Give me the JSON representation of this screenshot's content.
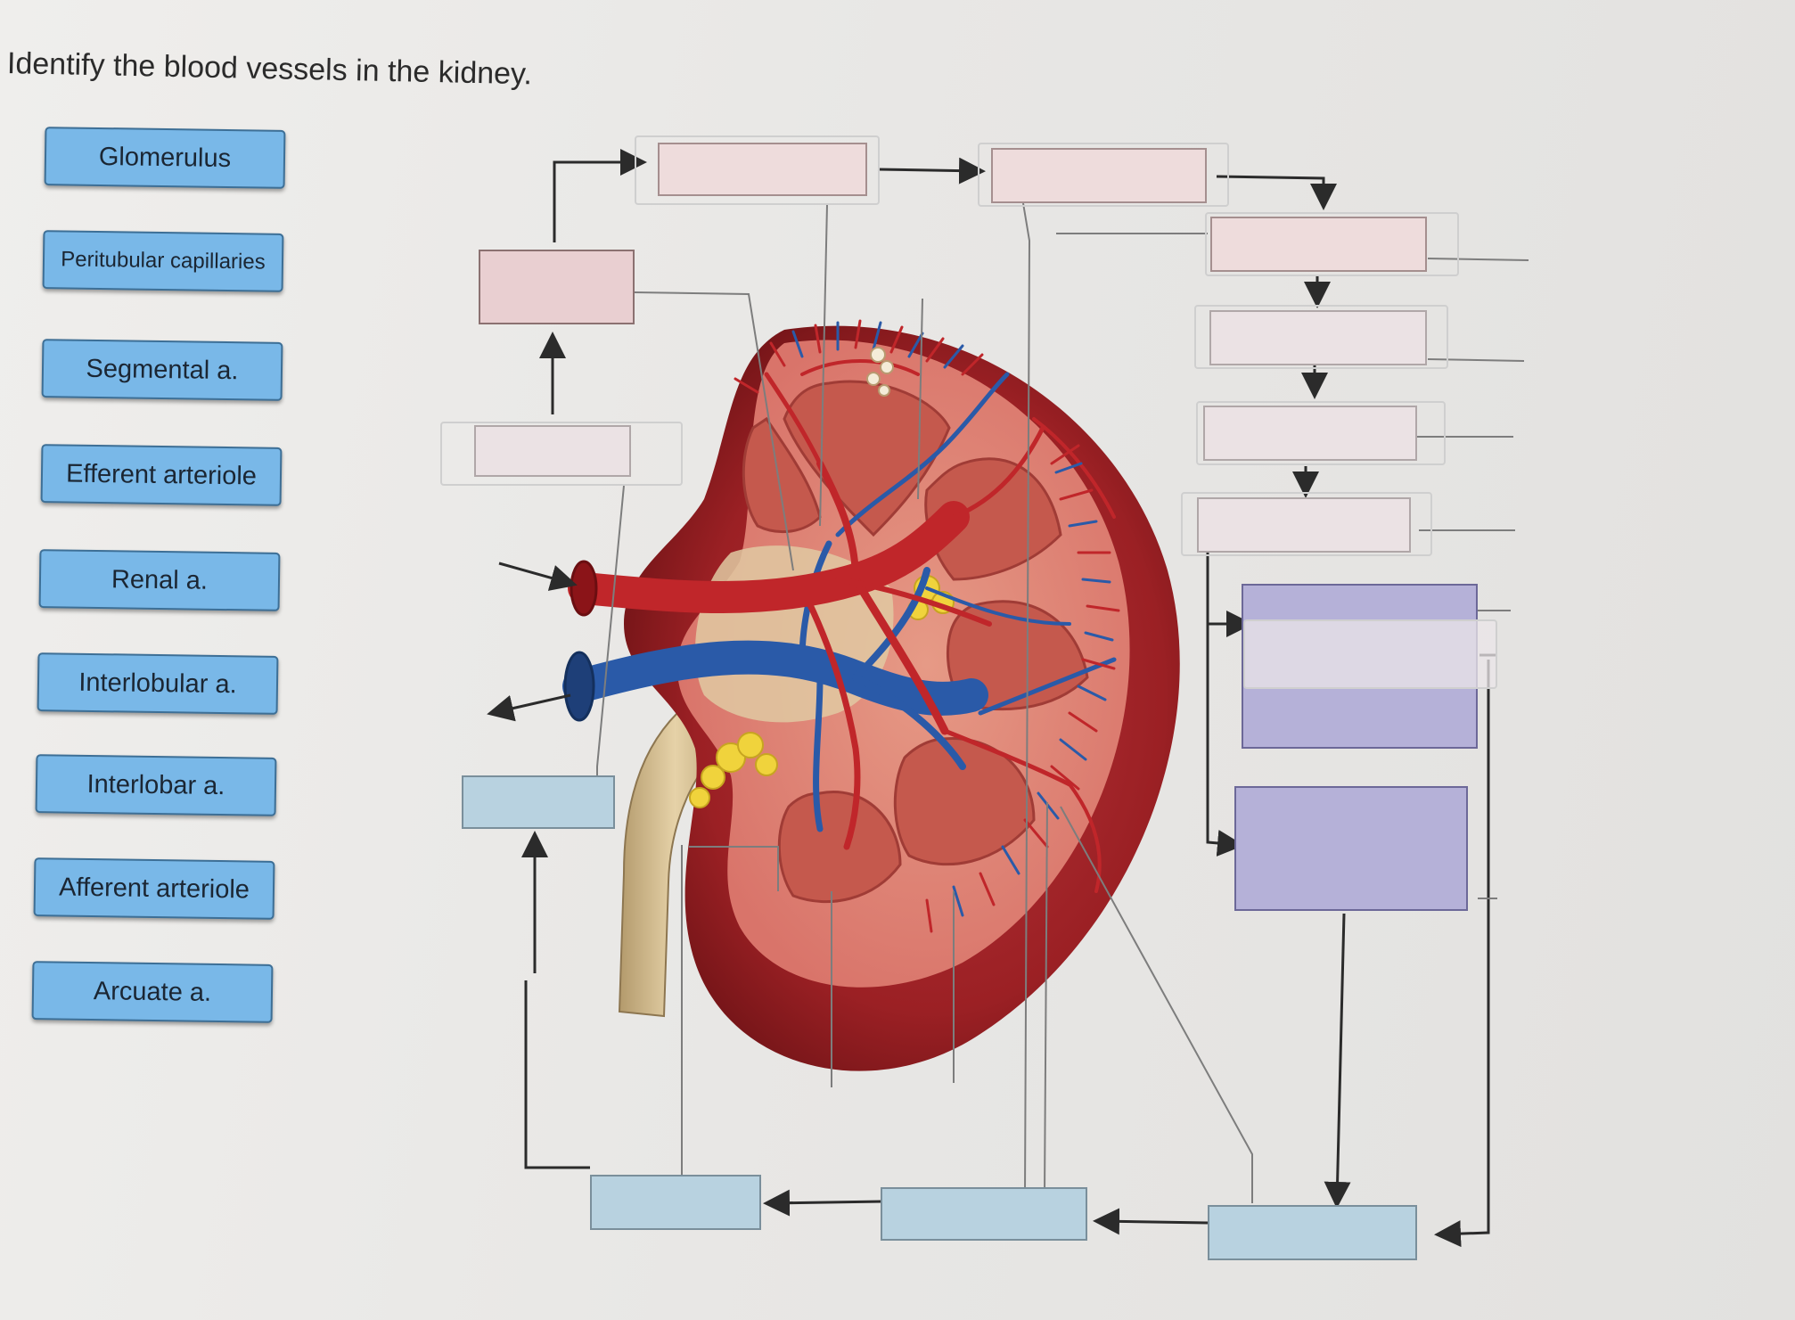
{
  "question": "Identify the blood vessels in the kidney.",
  "labels": [
    {
      "text": "Glomerulus"
    },
    {
      "text": "Peritubular capillaries"
    },
    {
      "text": "Segmental a."
    },
    {
      "text": "Efferent arteriole"
    },
    {
      "text": "Renal a."
    },
    {
      "text": "Interlobular a."
    },
    {
      "text": "Interlobar a."
    },
    {
      "text": "Afferent arteriole"
    },
    {
      "text": "Arcuate a."
    }
  ],
  "colors": {
    "label_chip": "#79b8e8",
    "artery_box": "#eedcdc",
    "vein_box": "#b8d2e0",
    "capillary_box": "#b5b1d8",
    "artery": "#c0262a",
    "vein": "#2a5aa8"
  },
  "icons": [
    "kidney-illustration",
    "arrow-icon"
  ]
}
